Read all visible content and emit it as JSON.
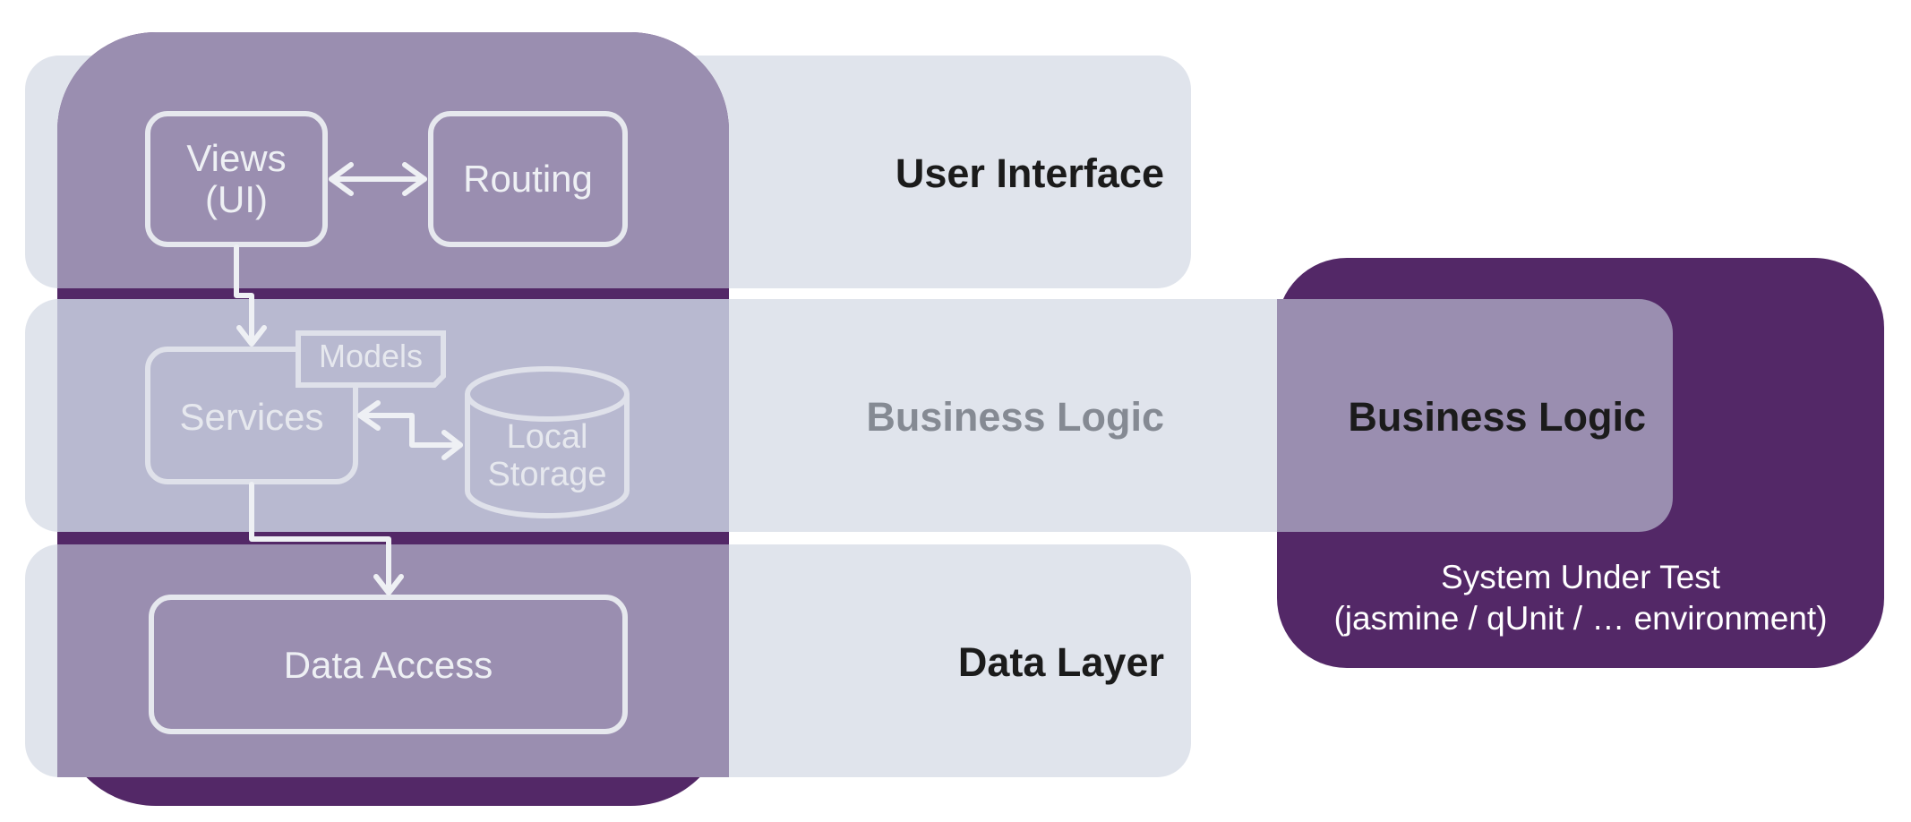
{
  "colors": {
    "layer_band": "#e0e4ec",
    "purple_dark": "#532867",
    "purple_light": "#9a8eb0",
    "box_stroke": "#e6e8ee",
    "label_dark": "#1b1b1b",
    "label_gray": "#858a93"
  },
  "layers": {
    "ui": "User Interface",
    "business": "Business Logic",
    "data": "Data Layer"
  },
  "components": {
    "views_line1": "Views",
    "views_line2": "(UI)",
    "routing": "Routing",
    "models": "Models",
    "services": "Services",
    "storage_line1": "Local",
    "storage_line2": "Storage",
    "data_access": "Data Access"
  },
  "sut": {
    "focus_label": "Business Logic",
    "caption_line1": "System Under Test",
    "caption_line2": "(jasmine / qUnit / … environment)"
  }
}
